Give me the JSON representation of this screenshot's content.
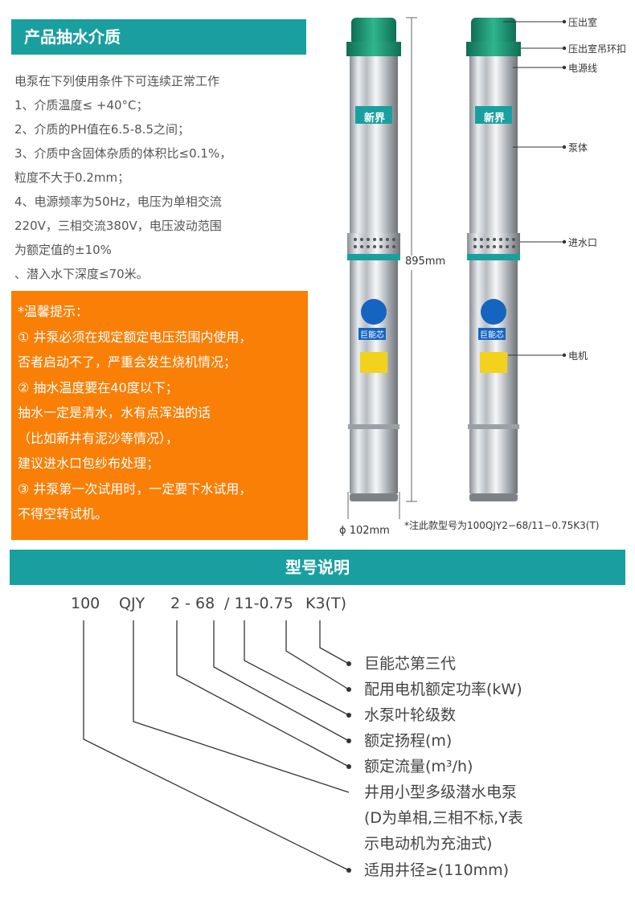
{
  "medium": {
    "title": "产品抽水介质",
    "lines": [
      "电泵在下列使用条件下可连续正常工作",
      "1、介质温度≤ +40°C；",
      "2、介质的PH值在6.5-8.5之间；",
      "3、介质中含固体杂质的体积比≤0.1%，",
      "粒度不大于0.2mm；",
      "4、电源频率为50Hz，电压为单相交流",
      "220V，三相交流380V，电压波动范围",
      "为额定值的±10%",
      "、潜入水下深度≤70米。"
    ]
  },
  "tips": {
    "lines": [
      "*温馨提示：",
      "① 井泵必须在规定额定电压范围内使用，",
      "否者启动不了，严重会发生烧机情况；",
      "② 抽水温度要在40度以下；",
      "抽水一定是清水，水有点浑浊的话",
      "（比如新井有泥沙等情况），",
      "建议进水口包纱布处理；",
      "③ 井泵第一次试用时，一定要下水试用，",
      "不得空转试机。"
    ]
  },
  "pump": {
    "brand": "新界",
    "badge": "巨能芯",
    "height": "895mm",
    "diameter": "ϕ 102mm",
    "note": "*注此款型号为100QJY2−68/11−0.75K3(T)",
    "parts": [
      "压出室",
      "压出室吊环扣",
      "电源线",
      "泵体",
      "进水口",
      "电机"
    ]
  },
  "model": {
    "title": "型号说明",
    "code": [
      "100",
      "QJY",
      "2 - 68",
      "/ 11-0.75",
      "K3(T)"
    ],
    "explanations": [
      "巨能芯第三代",
      "配用电机额定功率(kW)",
      "水泵叶轮级数",
      "额定扬程(m)",
      "额定流量(m³/h)",
      "井用小型多级潜水电泵",
      "(D为单相,三相不标,Y表",
      "示电动机为充油式)",
      "适用井径≥(110mm)"
    ]
  },
  "colors": {
    "teal": "#1a9fa0",
    "orange": "#f97f07"
  }
}
